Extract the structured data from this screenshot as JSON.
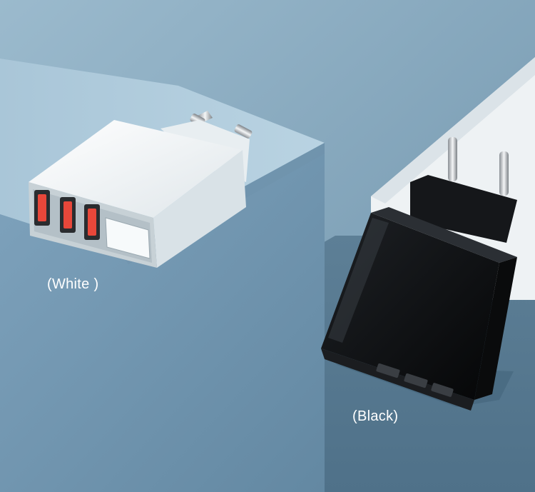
{
  "captions": {
    "white": "(White )",
    "black": "(Black)"
  },
  "products": [
    {
      "name": "white-charger",
      "color": "#f4f6f7",
      "usb_ports": 3,
      "display_window": true
    },
    {
      "name": "black-charger",
      "color": "#0e0f11",
      "usb_ports": 3,
      "display_window": false
    }
  ],
  "colors": {
    "background_top": "#7fa3bc",
    "floor": "#5f8197",
    "block_face": "#8fb0c8",
    "usb_accent": "#e8473a"
  }
}
